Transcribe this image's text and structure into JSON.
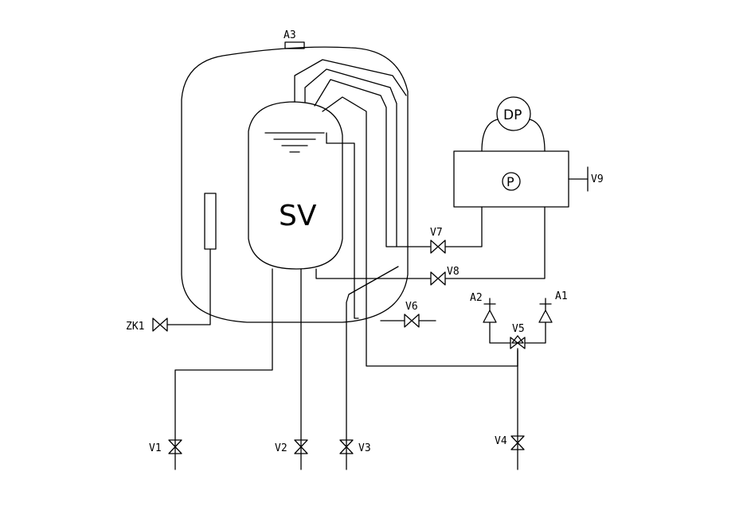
{
  "labels": {
    "top_port": "A3",
    "inner_vessel": "SV",
    "pump_dp": "DP",
    "pump_p": "P",
    "valve_v9": "V9",
    "valve_v7": "V7",
    "valve_v8": "V8",
    "valve_a2": "A2",
    "valve_a1": "A1",
    "valve_v5": "V5",
    "valve_v6": "V6",
    "valve_zk1": "ZK1",
    "valve_v1": "V1",
    "valve_v2": "V2",
    "valve_v3": "V3",
    "valve_v4": "V4"
  }
}
